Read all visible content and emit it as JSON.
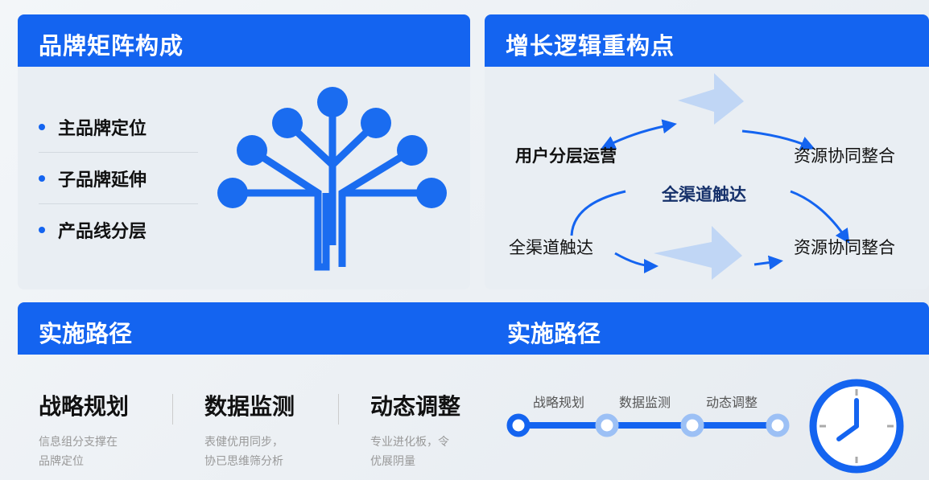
{
  "brand_matrix": {
    "title": "品牌矩阵构成",
    "items": [
      "主品牌定位",
      "子品牌延伸",
      "产品线分层"
    ]
  },
  "growth": {
    "title": "增长逻辑重构点",
    "nodes": {
      "top_left": "用户分层运营",
      "top_right": "资源协同整合",
      "center": "全渠道触达",
      "bottom_left": "全渠道触达",
      "bottom_right": "资源协同整合"
    }
  },
  "path_left": {
    "title": "实施路径",
    "steps": [
      {
        "title": "战略规划",
        "desc": [
          "信息组分支撑在",
          "品牌定位"
        ]
      },
      {
        "title": "数据监测",
        "desc": [
          "表健优用同步，",
          "协已思维筛分析"
        ]
      },
      {
        "title": "动态调整",
        "desc": [
          "专业进化板，令",
          "优展阴量"
        ]
      }
    ]
  },
  "path_right": {
    "title": "实施路径",
    "timeline": [
      "战略规划",
      "数据监测",
      "动态调整"
    ]
  },
  "colors": {
    "accent": "#1464f0"
  }
}
